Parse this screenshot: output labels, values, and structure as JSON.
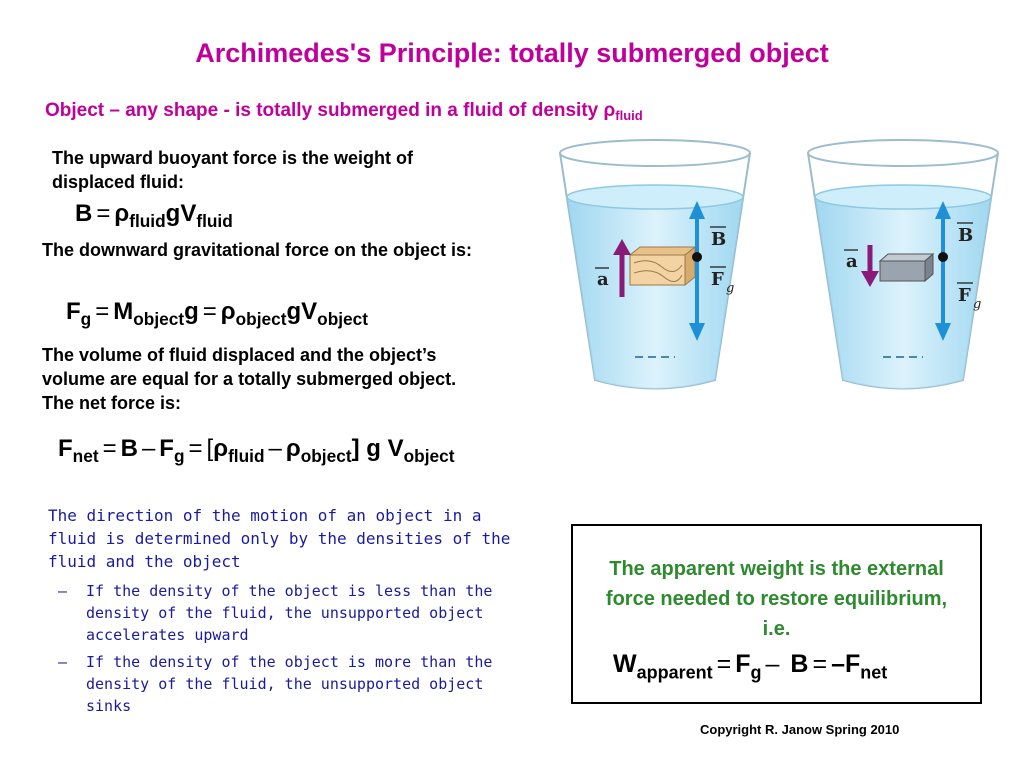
{
  "title": "Archimedes's Principle:  totally submerged object",
  "subtitle": {
    "text": "Object – any shape - is totally submerged in a fluid of density ",
    "rho": "ρ",
    "sub": "fluid"
  },
  "buoyant_text": "The upward buoyant force is the weight of displaced fluid:",
  "eq_buoyant": {
    "lhs": "B",
    "eq": "=",
    "rho": "ρ",
    "sub1": "fluid",
    "gv": "gV",
    "sub2": "fluid"
  },
  "grav_text": "The downward gravitational force on the object is:",
  "eq_grav": {
    "f": "F",
    "fsub": "g",
    "eq": "=",
    "m": "M",
    "msub": "object",
    "g": "g",
    "eq2": "=",
    "rho": "ρ",
    "rsub": "object",
    "gv": "gV",
    "vsub": "object"
  },
  "volume_text": "The volume of fluid displaced and the object’s volume are equal for a totally submerged object.    The net force is:",
  "eq_net": {
    "f": "F",
    "fsub": "net",
    "eq": "=",
    "b": "B",
    "minus": "–",
    "fg": "F",
    "fgsub": "g",
    "eq2": "=",
    "lb": "[",
    "rho1": "ρ",
    "r1sub": "fluid",
    "minus2": "–",
    "rho2": "ρ",
    "r2sub": "object",
    "rb": "]",
    "g": "g",
    "v": "V",
    "vsub": "object"
  },
  "direction_text": "The direction of the motion of an object in a fluid is determined only by the densities of the fluid and the object",
  "bullets": [
    {
      "dash": "–",
      "text": "If the density of the object is less than the density of the fluid, the unsupported object accelerates upward"
    },
    {
      "dash": "–",
      "text": "If the density of the object is more than the density of the fluid, the unsupported object sinks"
    }
  ],
  "apparent_text": "The apparent weight is the external force needed to restore equilibrium, i.e.",
  "eq_apparent": {
    "w": "W",
    "wsub": "apparent",
    "eq": "=",
    "f": "F",
    "fsub": "g",
    "minus": "–",
    "b": "B",
    "eq2": "=",
    "minus2": "–",
    "fn": "F",
    "fnsub": "net"
  },
  "figure": {
    "left": {
      "a": "a",
      "b": "B",
      "f": "F",
      "g": "g"
    },
    "right": {
      "a": "a",
      "b": "B",
      "f": "F",
      "g": "g"
    },
    "colors": {
      "water": "#bfe3f3",
      "arrow_blue": "#1e90d8",
      "arrow_purple": "#8a1a78",
      "wood": "#f3d3a2",
      "metal": "#9aa4ae"
    }
  },
  "copyright": "Copyright R. Janow Spring 2010"
}
